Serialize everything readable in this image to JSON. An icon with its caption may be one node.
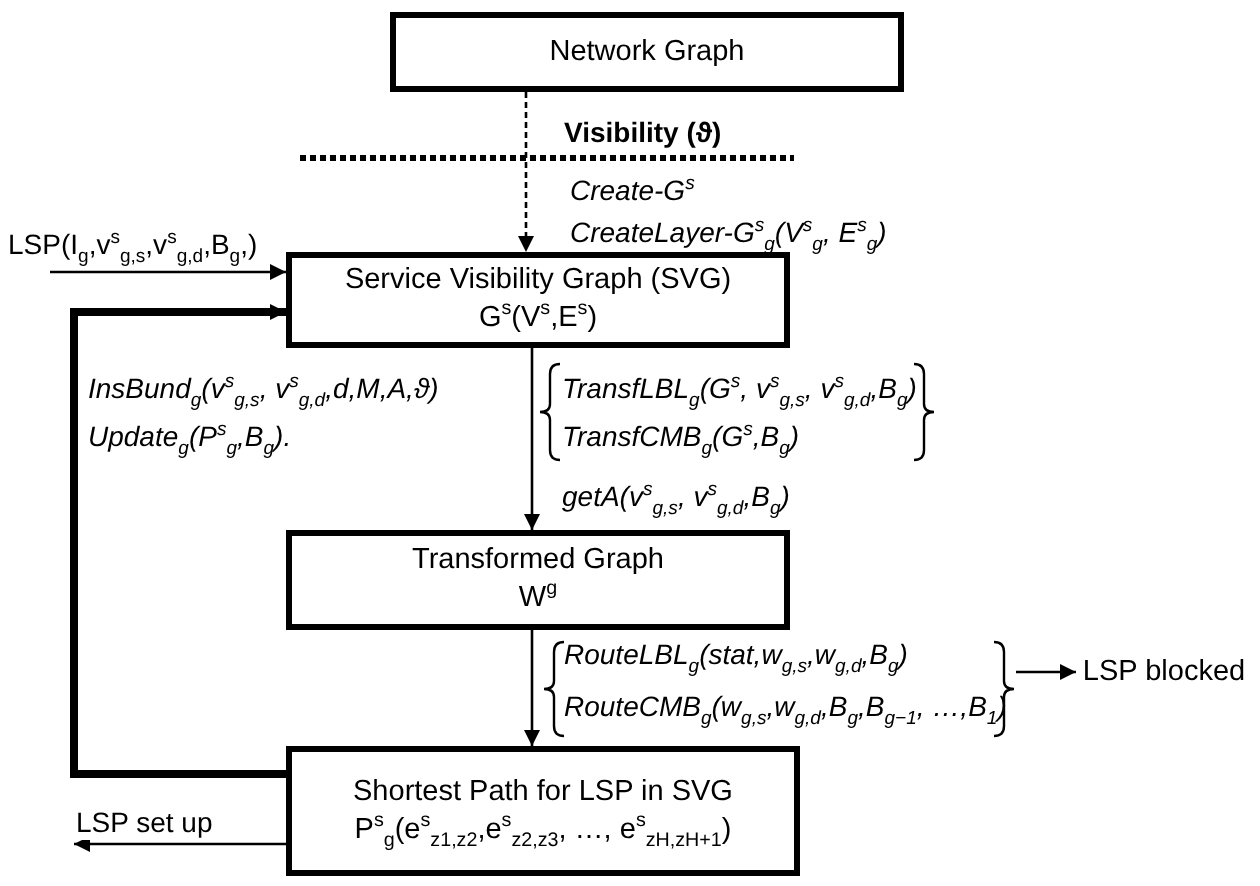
{
  "diagram": {
    "nodes": [
      {
        "text": [
          "Network Graph"
        ]
      },
      {
        "text": [
          "Service Visibility Graph (SVG)",
          "G$^{s}$(V$^{s}$,E$^{s}$)"
        ]
      },
      {
        "text": [
          "Transformed Graph",
          "W$^{g}$"
        ]
      },
      {
        "text": [
          "Shortest Path for LSP in SVG",
          "P$^{s}$$_{g}$(e$^{s}$$_{z1,z2}$,e$^{s}$$_{z2,z3}$, …, e$^{s}$$_{zH,zH+1}$)"
        ]
      },
      {
        "text": [
          "LSP blocked"
        ]
      }
    ],
    "edges": [
      {
        "from": 0,
        "to": 1,
        "arrow": "to",
        "style": "dashed"
      },
      {
        "from": null,
        "to": 1,
        "arrow": "to",
        "label": "LSP(I$_{g}$,v$^{s}$$_{g,s}$,v$^{s}$$_{g,d}$,B$_{g}$,)"
      },
      {
        "from": 1,
        "to": 2,
        "arrow": "to"
      },
      {
        "from": 2,
        "to": 3,
        "arrow": "to"
      },
      {
        "from": 3,
        "to": 1,
        "arrow": "to",
        "style": "thick"
      },
      {
        "from": 3,
        "to": null,
        "arrow": "to",
        "label": "LSP set up"
      },
      {
        "from": null,
        "to": 4,
        "arrow": "to"
      }
    ],
    "labels": [
      "Visibility (ϑ)",
      "Create-G$^{s}$",
      "CreateLayer-G$^{s}$$_{g}$(V$^{s}$$_{g}$, E$^{s}$$_{g}$)",
      "InsBund$_{g}$(v$^{s}$$_{g,s}$, v$^{s}$$_{g,d}$,d,M,A,ϑ)",
      "Update$_{g}$(P$^{s}$$_{g}$,B$_{g}$).",
      "TransfLBL$_{g}$(G$^{s}$, v$^{s}$$_{g,s}$, v$^{s}$$_{g,d}$,B$_{g}$)",
      "TransfCMB$_{g}$(G$^{s}$,B$_{g}$)",
      "getA(v$^{s}$$_{g,s}$, v$^{s}$$_{g,d}$,B$_{g}$)",
      "RouteLBL$_{g}$(stat,w$_{g,s}$,w$_{g,d}$,B$_{g}$)",
      "RouteCMB$_{g}$(w$_{g,s}$,w$_{g,d}$,B$_{g}$,B$_{g−1}$, …,B$_{1}$)"
    ]
  }
}
